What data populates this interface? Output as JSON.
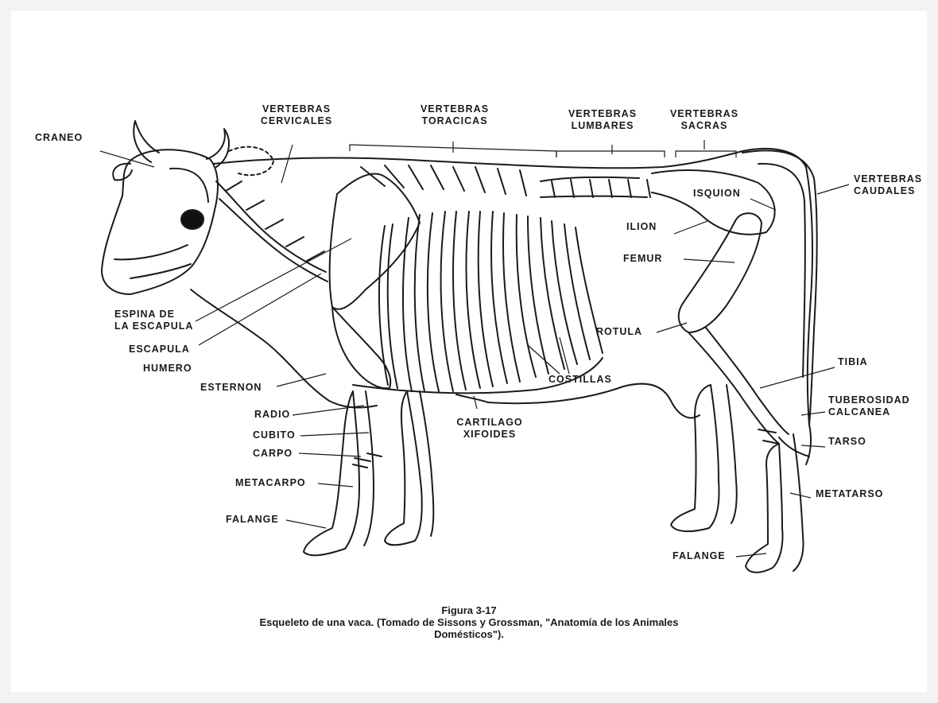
{
  "labels": {
    "craneo": "CRANEO",
    "vert_cerv_1": "VERTEBRAS",
    "vert_cerv_2": "CERVICALES",
    "vert_tor_1": "VERTEBRAS",
    "vert_tor_2": "TORACICAS",
    "vert_lum_1": "VERTEBRAS",
    "vert_lum_2": "LUMBARES",
    "vert_sac_1": "VERTEBRAS",
    "vert_sac_2": "SACRAS",
    "vert_cau_1": "VERTEBRAS",
    "vert_cau_2": "CAUDALES",
    "isquion": "ISQUION",
    "ilion": "ILION",
    "femur": "FEMUR",
    "rotula": "ROTULA",
    "tibia": "TIBIA",
    "tuber_1": "TUBEROSIDAD",
    "tuber_2": "CALCANEA",
    "tarso": "TARSO",
    "metatarso": "METATARSO",
    "falange_hind": "FALANGE",
    "costillas": "COSTILLAS",
    "cartilago_1": "CARTILAGO",
    "cartilago_2": "XIFOIDES",
    "espina_1": "ESPINA DE",
    "espina_2": "LA ESCAPULA",
    "escapula": "ESCAPULA",
    "humero": "HUMERO",
    "esternon": "ESTERNON",
    "radio": "RADIO",
    "cubito": "CUBITO",
    "carpo": "CARPO",
    "metacarpo": "METACARPO",
    "falange_fore": "FALANGE"
  },
  "caption": {
    "line1": "Figura 3-17",
    "line2": "Esqueleto de una vaca. (Tomado de Sissons y Grossman, \"Anatomía de los Animales",
    "line3": "Domésticos\")."
  }
}
